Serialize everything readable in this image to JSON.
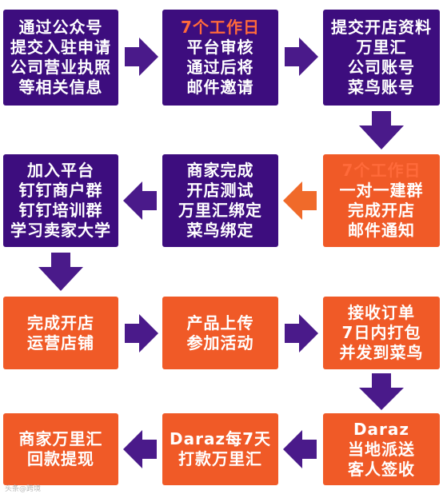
{
  "colors": {
    "purple": "#3d0d7e",
    "orange": "#f05a27",
    "highlight": "#ff6a3a",
    "arrow_purple": "#4a1a8a",
    "arrow_orange": "#f06a2a"
  },
  "steps": [
    {
      "lines": [
        "通过公众号",
        "提交入驻申请",
        "公司营业执照",
        "等相关信息"
      ]
    },
    {
      "lines": [
        "7个工作日",
        "平台审核",
        "通过后将",
        "邮件邀请"
      ],
      "highlight": "7个工作日"
    },
    {
      "lines": [
        "提交开店资料",
        "万里汇",
        "公司账号",
        "菜鸟账号"
      ]
    },
    {
      "lines": [
        "7个工作日",
        "一对一建群",
        "完成开店",
        "邮件通知"
      ],
      "highlight": "7个工作日"
    },
    {
      "lines": [
        "商家完成",
        "开店测试",
        "万里汇绑定",
        "菜鸟绑定"
      ]
    },
    {
      "lines": [
        "加入平台",
        "钉钉商户群",
        "钉钉培训群",
        "学习卖家大学"
      ]
    },
    {
      "lines": [
        "完成开店",
        "运营店铺"
      ]
    },
    {
      "lines": [
        "产品上传",
        "参加活动"
      ]
    },
    {
      "lines": [
        "接收订单",
        "7日内打包",
        "并发到菜鸟"
      ]
    },
    {
      "lines": [
        "Daraz",
        "当地派送",
        "客人签收"
      ]
    },
    {
      "lines": [
        "Daraz每7天",
        "打款万里汇"
      ]
    },
    {
      "lines": [
        "商家万里汇",
        "回款提现"
      ]
    }
  ],
  "watermark": "头条@跨境"
}
